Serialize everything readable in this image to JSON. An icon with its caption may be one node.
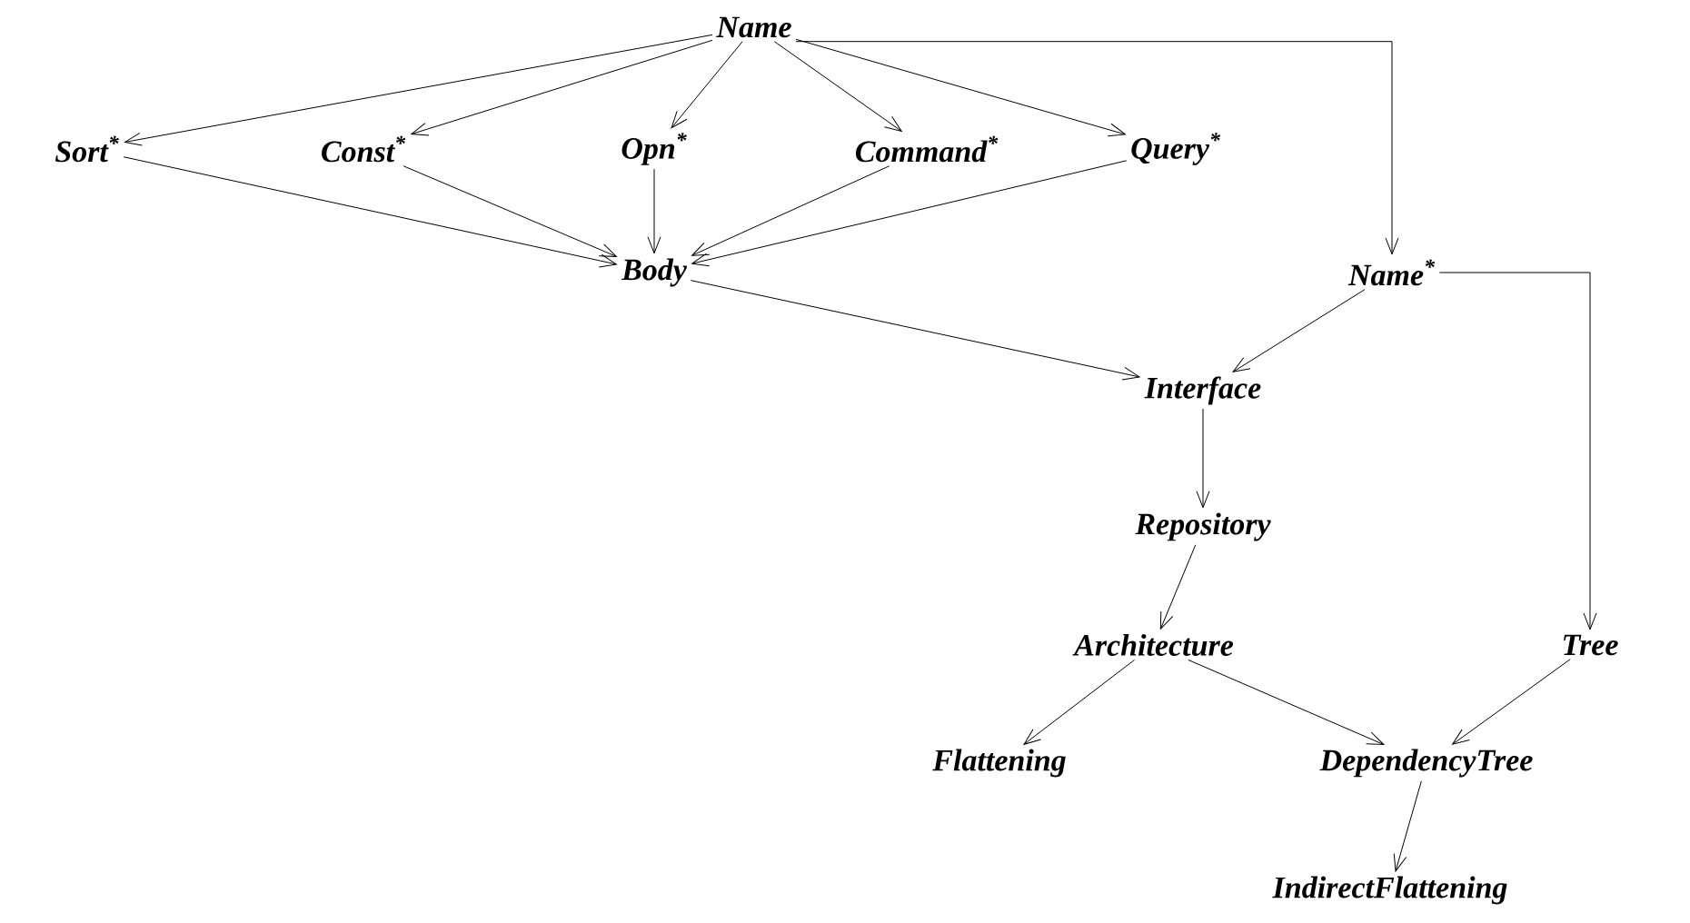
{
  "diagram": {
    "nodes": [
      {
        "text": [
          "Name"
        ]
      },
      {
        "text": [
          "Sort$^{*}$"
        ]
      },
      {
        "text": [
          "Const$^{*}$"
        ]
      },
      {
        "text": [
          "Opn$^{*}$"
        ]
      },
      {
        "text": [
          "Command$^{*}$"
        ]
      },
      {
        "text": [
          "Query$^{*}$"
        ]
      },
      {
        "text": [
          "Body"
        ]
      },
      {
        "text": [
          "Name$^{*}$"
        ]
      },
      {
        "text": [
          "Interface"
        ]
      },
      {
        "text": [
          "Repository"
        ]
      },
      {
        "text": [
          "Architecture"
        ]
      },
      {
        "text": [
          "Tree"
        ]
      },
      {
        "text": [
          "Flattening"
        ]
      },
      {
        "text": [
          "DependencyTree"
        ]
      },
      {
        "text": [
          "IndirectFlattening"
        ]
      }
    ],
    "edges": [
      {
        "from": 0,
        "to": 1,
        "arrow": "to"
      },
      {
        "from": 0,
        "to": 2,
        "arrow": "to"
      },
      {
        "from": 0,
        "to": 3,
        "arrow": "to"
      },
      {
        "from": 0,
        "to": 4,
        "arrow": "to"
      },
      {
        "from": 0,
        "to": 5,
        "arrow": "to"
      },
      {
        "from": 0,
        "to": 7,
        "arrow": "to"
      },
      {
        "from": 1,
        "to": 6,
        "arrow": "to"
      },
      {
        "from": 2,
        "to": 6,
        "arrow": "to"
      },
      {
        "from": 3,
        "to": 6,
        "arrow": "to"
      },
      {
        "from": 4,
        "to": 6,
        "arrow": "to"
      },
      {
        "from": 5,
        "to": 6,
        "arrow": "to"
      },
      {
        "from": 6,
        "to": 8,
        "arrow": "to"
      },
      {
        "from": 7,
        "to": 8,
        "arrow": "to"
      },
      {
        "from": 7,
        "to": 11,
        "arrow": "to"
      },
      {
        "from": 8,
        "to": 9,
        "arrow": "to"
      },
      {
        "from": 9,
        "to": 10,
        "arrow": "to"
      },
      {
        "from": 10,
        "to": 12,
        "arrow": "to"
      },
      {
        "from": 10,
        "to": 13,
        "arrow": "to"
      },
      {
        "from": 11,
        "to": 13,
        "arrow": "to"
      },
      {
        "from": 13,
        "to": 14,
        "arrow": "to"
      }
    ]
  }
}
